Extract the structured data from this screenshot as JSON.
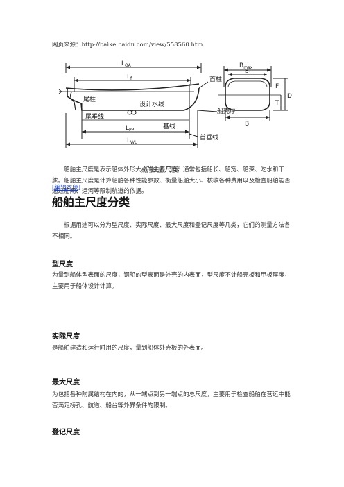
{
  "source_line": "网页来源：http://baike.baidu.com/view/558560.htm",
  "figure": {
    "caption": "船舶主尺度",
    "side_labels": {
      "loa": "L",
      "loa_sub": "OA",
      "lf": "L",
      "lf_sub": "f",
      "stem": "首柱",
      "stern_post": "尾柱",
      "design_waterline": "设计水线",
      "aft_perpendicular": "尾垂线",
      "baseline": "基线",
      "lpp": "L",
      "lpp_sub": "PP",
      "fwd_perpendicular": "首垂线",
      "lwl": "L",
      "lwl_sub": "WL",
      "hull_thickness": "船壳厚"
    },
    "section_labels": {
      "bmax": "B",
      "bmax_sub": "max",
      "b1": "B",
      "b1_sub": "1",
      "f": "F",
      "d": "D",
      "t": "T",
      "b": "B"
    }
  },
  "intro_paragraph": "船舶主尺度是表示船体外形大小的主要尺度，通常包括船长、船宽、船深、吃水和干舷。船舶主尺度是计算船舶各种性能参数、衡量船舶大小、核收各种费用以及检查船舶能否通过船闸、运河等限制航道的依据。",
  "edit_link": {
    "open": "[",
    "label": "编辑本段",
    "close": "]"
  },
  "section_title": "船舶主尺度分类",
  "section_intro": "根据用途可以分为型尺度、实际尺度、最大尺度和登记尺度等几类，它们的测量方法各不相同。",
  "subsections": [
    {
      "title": "型尺度",
      "text": "为量到船体型表面的尺度，钢船的型表面是外壳的内表面，型尺度不计船壳板和甲板厚度，主要用于船体设计计算。"
    },
    {
      "title": "实际尺度",
      "text": "是船舶建造和运行时用的尺度，量到船体外壳板的外表面。"
    },
    {
      "title": "最大尺度",
      "text": "为包括各种附属结构在内的，从一端点到另一端点的总尺度，主要用于检查船舶在营运中能否满足桥孔、航道、船台等外界条件的限制。"
    },
    {
      "title": "登记尺度",
      "text": ""
    }
  ]
}
